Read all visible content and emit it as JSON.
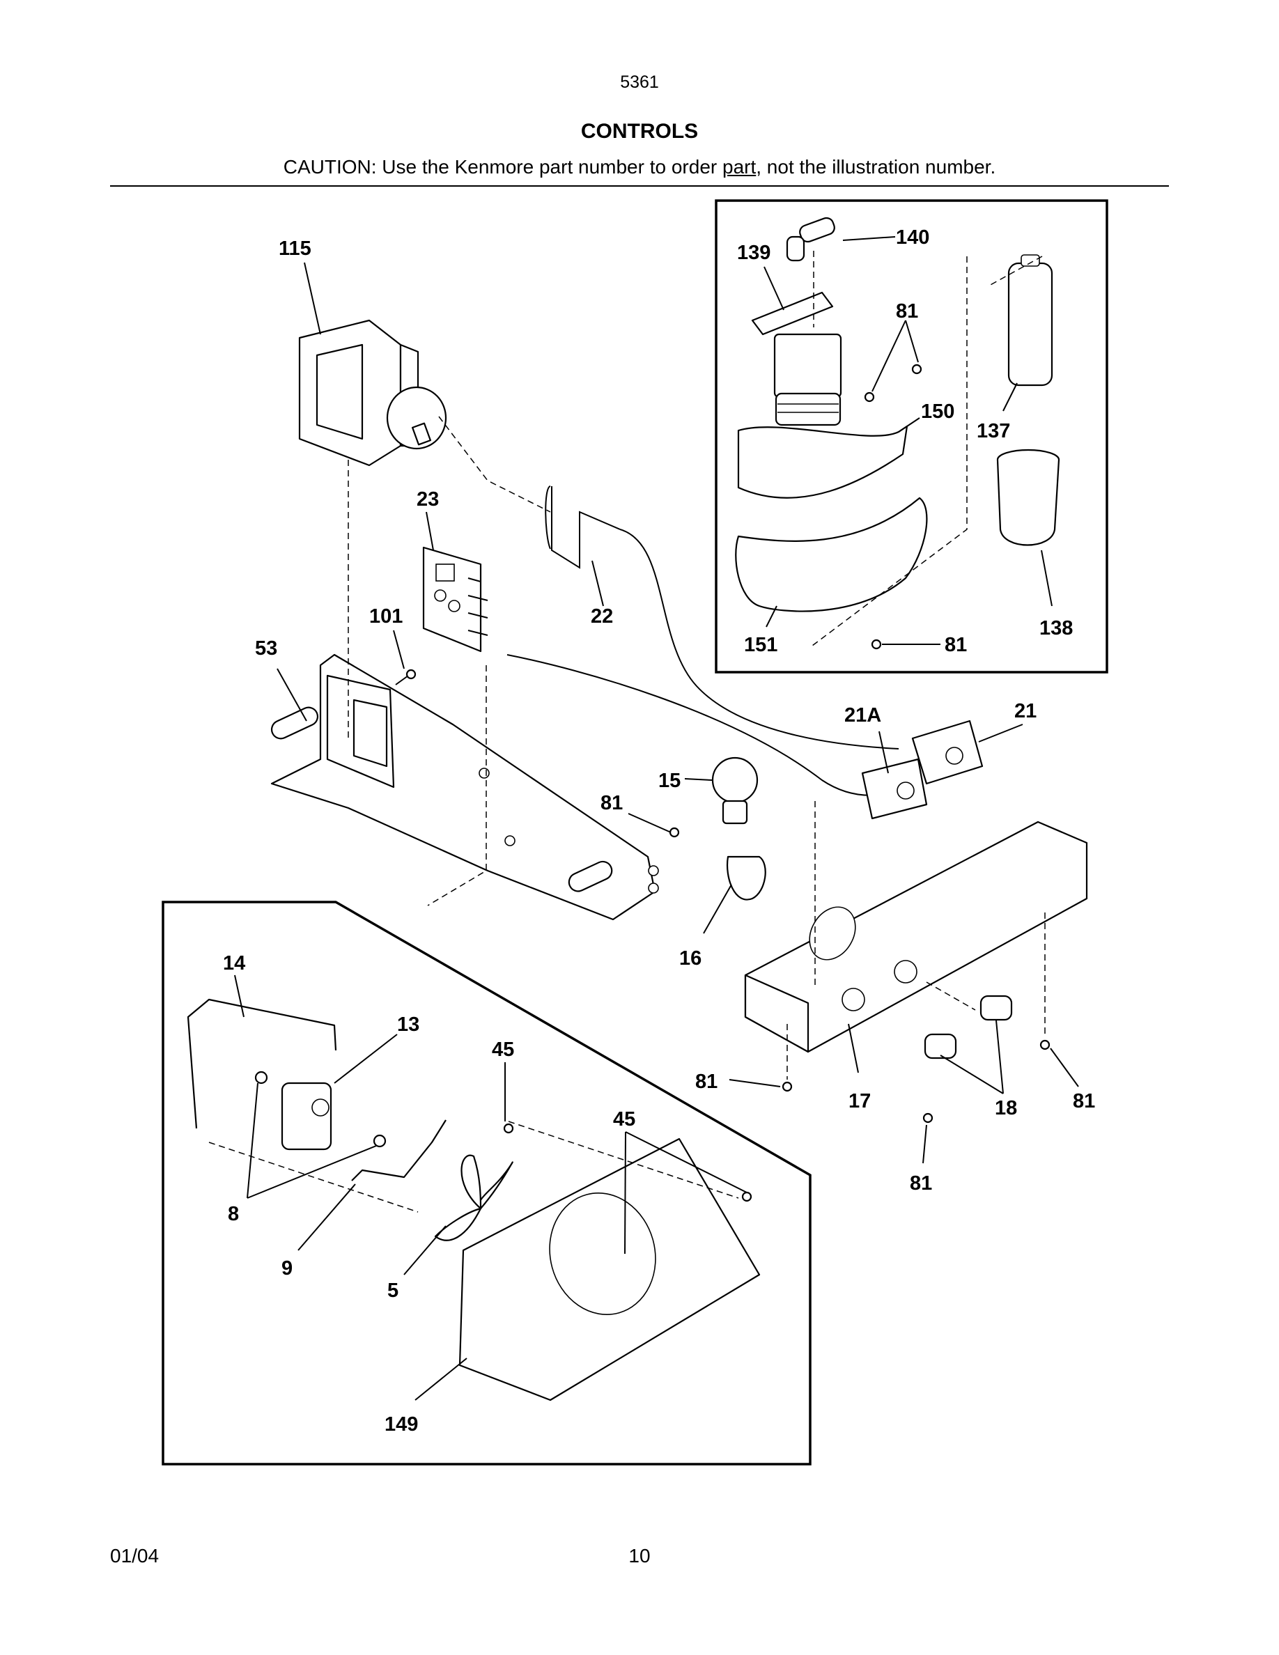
{
  "header": {
    "model": "5361",
    "section_title": "CONTROLS",
    "caution_prefix": "CAUTION: Use the Kenmore part number to order ",
    "caution_underlined": "part",
    "caution_suffix": ", not the illustration number."
  },
  "callouts": {
    "c115": "115",
    "c23": "23",
    "c22": "22",
    "c101": "101",
    "c53": "53",
    "c139": "139",
    "c140": "140",
    "c81_a": "81",
    "c150": "150",
    "c137": "137",
    "c138": "138",
    "c151": "151",
    "c81_b": "81",
    "c21A": "21A",
    "c21": "21",
    "c15": "15",
    "c81_c": "81",
    "c16": "16",
    "c14": "14",
    "c13": "13",
    "c45_a": "45",
    "c45_b": "45",
    "c81_d": "81",
    "c17": "17",
    "c18": "18",
    "c81_e": "81",
    "c81_f": "81",
    "c8": "8",
    "c9": "9",
    "c5": "5",
    "c149": "149"
  },
  "footer": {
    "date": "01/04",
    "page": "10"
  }
}
